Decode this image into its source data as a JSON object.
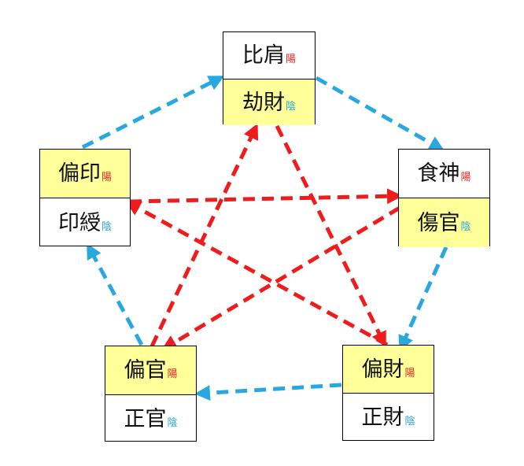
{
  "colors": {
    "highlight": "#ffff99",
    "yang": "#e8262b",
    "yin": "#2aa7de",
    "generating_arrow": "#29a8e0",
    "controlling_arrow": "#ee1c1c",
    "border": "#000000"
  },
  "boxes": {
    "hikenbox": {
      "top": {
        "text": "比肩",
        "polarity": "陽",
        "highlighted": false
      },
      "bottom": {
        "text": "劫財",
        "polarity": "陰",
        "highlighted": true
      }
    },
    "shokushin": {
      "top": {
        "text": "食神",
        "polarity": "陽",
        "highlighted": false
      },
      "bottom": {
        "text": "傷官",
        "polarity": "陰",
        "highlighted": true
      }
    },
    "henzai": {
      "top": {
        "text": "偏財",
        "polarity": "陽",
        "highlighted": true
      },
      "bottom": {
        "text": "正財",
        "polarity": "陰",
        "highlighted": false
      }
    },
    "henkan": {
      "top": {
        "text": "偏官",
        "polarity": "陽",
        "highlighted": true
      },
      "bottom": {
        "text": "正官",
        "polarity": "陰",
        "highlighted": false
      }
    },
    "henin": {
      "top": {
        "text": "偏印",
        "polarity": "陽",
        "highlighted": true
      },
      "bottom": {
        "text": "印綬",
        "polarity": "陰",
        "highlighted": false
      }
    }
  },
  "generating_cycle": [
    "henin",
    "hikenbox",
    "shokushin",
    "henzai",
    "henkan",
    "henin"
  ],
  "controlling_cycle": [
    [
      "hikenbox",
      "henzai"
    ],
    [
      "shokushin",
      "henkan"
    ],
    [
      "henzai",
      "henin"
    ],
    [
      "henkan",
      "hikenbox"
    ],
    [
      "henin",
      "shokushin"
    ]
  ]
}
